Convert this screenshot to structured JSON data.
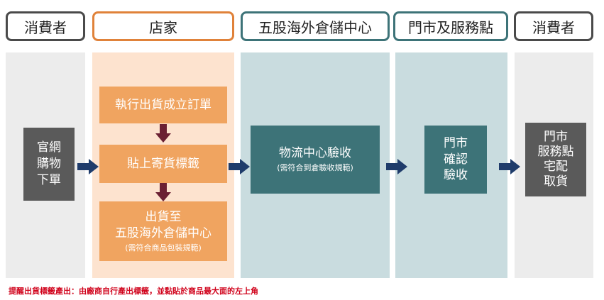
{
  "headers": {
    "consumer_left": "消費者",
    "store": "店家",
    "warehouse": "五股海外倉儲中心",
    "store_service": "門市及服務點",
    "consumer_right": "消費者"
  },
  "steps": {
    "order": "官網\n購物\n下單",
    "execute": "執行出貨成立訂單",
    "label": "貼上寄貨標籤",
    "ship_title": "出貨至\n五股海外倉儲中心",
    "ship_note": "(需符合商品包裝規範)",
    "inspect_title": "物流中心驗收",
    "inspect_note": "(需符合到倉驗收規範)",
    "store_confirm": "門市\n確認\n驗收",
    "pickup": "門市\n服務點\n宅配\n取貨"
  },
  "note": "提醒出貨標籤產出：由廠商自行產出標籤，並黏貼於商品最大面的左上角",
  "colors": {
    "header_border_gray": "#4a4a4a",
    "header_border_orange": "#e0823a",
    "header_border_teal": "#3d7378",
    "lane_gray": "#ececec",
    "lane_orange": "#fde3cf",
    "lane_teal": "#c9dcdf",
    "box_orange": "#f0a460",
    "box_teal": "#3d7378",
    "box_gray": "#5a5a5a",
    "arrow_navy": "#1f3c6b",
    "arrow_maroon": "#6b2033",
    "note_red": "#d0021b"
  }
}
